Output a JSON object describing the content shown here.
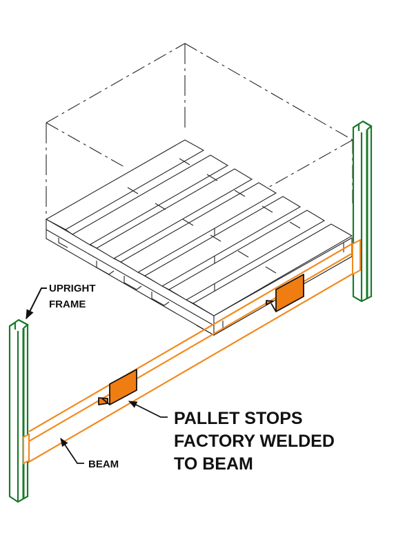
{
  "diagram": {
    "title": "Pallet rack bay with pallet stops",
    "colors": {
      "upright": "#1a7a2a",
      "beam": "#f28a1e",
      "pallet_stop": "#f07d12",
      "linework": "#222222",
      "background": "#ffffff"
    },
    "components": {
      "load_envelope": "dashed load box outline",
      "pallet": "wooden pallet",
      "uprights": [
        "left upright",
        "right upright"
      ],
      "beam": "front beam",
      "pallet_stops": [
        "rear pallet stop",
        "front pallet stop"
      ]
    },
    "callouts": {
      "upright": {
        "lines": [
          "UPRIGHT",
          "FRAME"
        ]
      },
      "beam": {
        "lines": [
          "BEAM"
        ]
      },
      "pallet_stops": {
        "lines": [
          "PALLET STOPS",
          "FACTORY WELDED",
          "TO BEAM"
        ]
      }
    }
  }
}
